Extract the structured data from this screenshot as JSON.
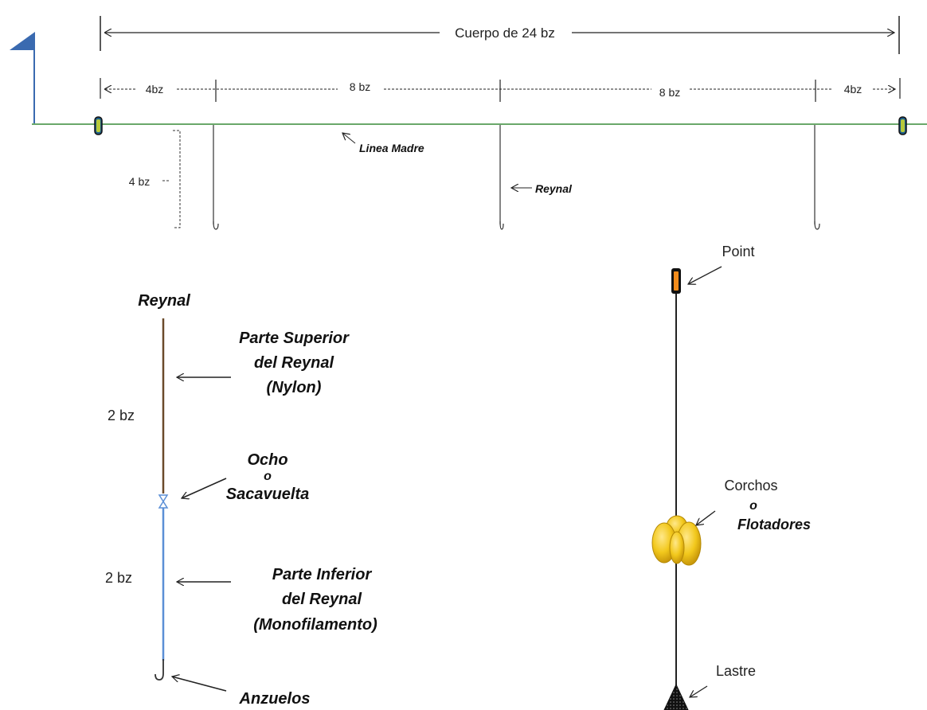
{
  "top": {
    "body_length": "Cuerpo de 24 bz",
    "seg1": "4bz",
    "seg2": "8 bz",
    "seg3": "8 bz",
    "seg4": "4bz",
    "depth": "4 bz",
    "mainline": "Linea Madre",
    "branchline": "Reynal"
  },
  "reynal": {
    "title": "Reynal",
    "upper_line1": "Parte Superior",
    "upper_line2": "del Reynal",
    "upper_line3": "(Nylon)",
    "upper_len": "2 bz",
    "swivel_line1": "Ocho",
    "swivel_line2": "o",
    "swivel_line3": "Sacavuelta",
    "lower_line1": "Parte Inferior",
    "lower_line2": "del Reynal",
    "lower_line3": "(Monofilamento)",
    "lower_len": "2 bz",
    "hooks": "Anzuelos"
  },
  "float_line": {
    "point": "Point",
    "floats_line1": "Corchos",
    "floats_line2": "o",
    "floats_line3": "Flotadores",
    "weight": "Lastre"
  },
  "colors": {
    "mainline": "#6aa86a",
    "flag": "#3a6ab0",
    "nylon": "#6b4a2a",
    "mono": "#5b8fd6",
    "float": "#f2c81c"
  }
}
